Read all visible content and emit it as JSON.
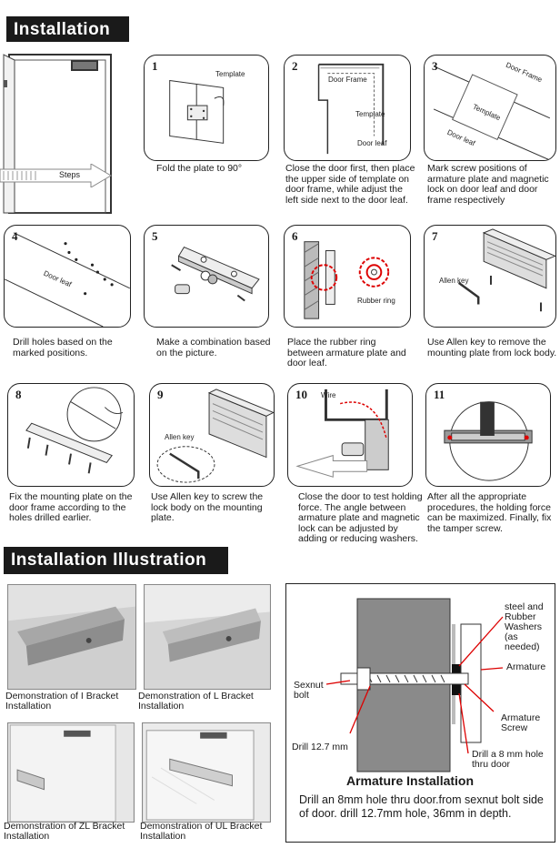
{
  "headers": {
    "installation": "Installation",
    "illustration": "Installation Illustration"
  },
  "door": {
    "steps": "Steps"
  },
  "steps": [
    {
      "num": "1",
      "caption": "Fold the plate to 90°",
      "labels": [
        "Template"
      ]
    },
    {
      "num": "2",
      "caption": "Close the door first, then place the upper side of template on door frame, while adjust the left side next to the door leaf.",
      "labels": [
        "Door Frame",
        "Template",
        "Door leaf"
      ]
    },
    {
      "num": "3",
      "caption": "Mark screw positions of armature plate and magnetic lock on door leaf and door frame respectively",
      "labels": [
        "Door Frame",
        "Template",
        "Door leaf"
      ]
    },
    {
      "num": "4",
      "caption": "Drill holes based on the marked positions.",
      "labels": [
        "Door leaf"
      ]
    },
    {
      "num": "5",
      "caption": "Make a combination based on the picture.",
      "labels": []
    },
    {
      "num": "6",
      "caption": "Place the rubber ring between armature plate and door leaf.",
      "labels": [
        "Rubber ring"
      ]
    },
    {
      "num": "7",
      "caption": "Use Allen key to remove the mounting plate from lock body.",
      "labels": [
        "Allen key"
      ]
    },
    {
      "num": "8",
      "caption": "Fix the mounting plate on the door frame according to the holes drilled earlier.",
      "labels": []
    },
    {
      "num": "9",
      "caption": "Use Allen key to screw the lock body on the mounting plate.",
      "labels": [
        "Allen key"
      ]
    },
    {
      "num": "10",
      "caption": "Close the door to test holding force. The angle between armature plate and magnetic lock can be adjusted by adding or reducing washers.",
      "labels": [
        "Wire"
      ]
    },
    {
      "num": "11",
      "caption": "After all the appropriate procedures, the holding force can be maximized. Finally, fix the tamper screw.",
      "labels": []
    }
  ],
  "photos": [
    {
      "caption": "Demonstration of I Bracket Installation"
    },
    {
      "caption": "Demonstration of L  Bracket Installation"
    },
    {
      "caption": "Demonstration of ZL  Bracket Installation"
    },
    {
      "caption": "Demonstration of UL  Bracket Installation"
    }
  ],
  "armature": {
    "washers": "steel and Rubber Washers (as needed)",
    "armature": "Armature",
    "sexnut": "Sexnut bolt",
    "screw": "Armature Screw",
    "drill127": "Drill 12.7 mm",
    "drill8": "Drill a 8 mm hole thru door",
    "title": "Armature Installation",
    "note": "Drill an 8mm hole thru door.from sexnut bolt side of door. drill 12.7mm  hole, 36mm  in depth."
  }
}
